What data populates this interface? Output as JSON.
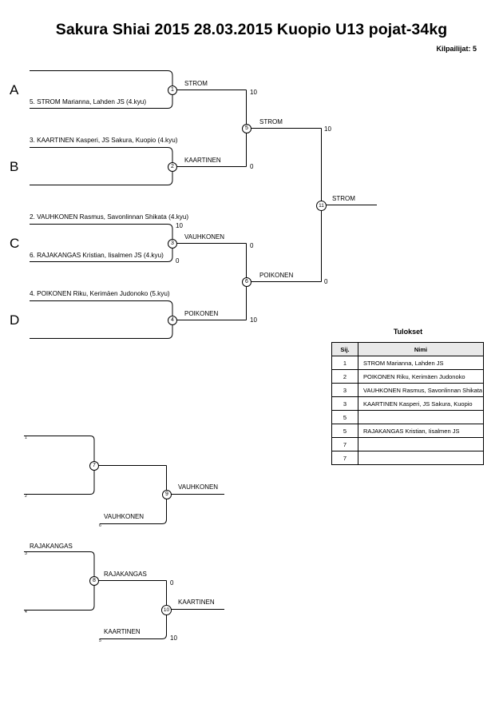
{
  "header": {
    "title": "Sakura Shiai 2015  28.03.2015  Kuopio   U13 pojat-34kg",
    "competitors_label": "Kilpailijat: 5"
  },
  "pools": {
    "a": "A",
    "b": "B",
    "c": "C",
    "d": "D"
  },
  "main_bracket": {
    "entries": {
      "a_bottom": "5. STROM Marianna, Lahden JS (4.kyu)",
      "b_top": "3. KAARTINEN Kasperi, JS Sakura, Kuopio (4.kyu)",
      "c_top": "2. VAUHKONEN Rasmus, Savonlinnan Shikata (4.kyu)",
      "c_bottom": "6. RAJAKANGAS Kristian, Iisalmen JS (4.kyu)",
      "d_top": "4. POIKONEN Riku, Kerimäen Judonoko (5.kyu)"
    },
    "matches": {
      "m1": {
        "number": "1",
        "winner": "STROM"
      },
      "m2": {
        "number": "2",
        "winner": "KAARTINEN"
      },
      "m3": {
        "number": "3",
        "winner": "VAUHKONEN",
        "score_top": "10",
        "score_bottom": "0"
      },
      "m4": {
        "number": "4",
        "winner": "POIKONEN"
      },
      "m5": {
        "number": "5",
        "winner": "STROM",
        "score_top": "10",
        "score_bottom": "0"
      },
      "m6": {
        "number": "6",
        "winner": "POIKONEN",
        "score_top": "0",
        "score_bottom": "10"
      },
      "m11": {
        "number": "11",
        "winner": "STROM",
        "score_top": "10",
        "score_bottom": "0"
      }
    }
  },
  "repechage": {
    "upper": {
      "slot_top": "1",
      "slot_bottom": "2",
      "slot_bye": "6",
      "m7": {
        "number": "7"
      },
      "m9": {
        "number": "9",
        "winner": "VAUHKONEN",
        "entry_bottom": "VAUHKONEN"
      }
    },
    "lower": {
      "entry_top": "RAJAKANGAS",
      "slot_top": "3",
      "slot_bottom": "4",
      "slot_bye": "5",
      "m8": {
        "number": "8",
        "winner": "RAJAKANGAS"
      },
      "m10": {
        "number": "10",
        "winner": "KAARTINEN",
        "entry_bottom": "KAARTINEN",
        "score_top": "0",
        "score_bottom": "10"
      }
    }
  },
  "results": {
    "title": "Tulokset",
    "col_rank": "Sij.",
    "col_name": "Nimi",
    "rows": [
      {
        "rank": "1",
        "name": "STROM Marianna, Lahden JS"
      },
      {
        "rank": "2",
        "name": "POIKONEN Riku, Kerimäen Judonoko"
      },
      {
        "rank": "3",
        "name": "VAUHKONEN Rasmus, Savonlinnan Shikata"
      },
      {
        "rank": "3",
        "name": "KAARTINEN Kasperi, JS Sakura, Kuopio"
      },
      {
        "rank": "5",
        "name": ""
      },
      {
        "rank": "5",
        "name": "RAJAKANGAS Kristian, Iisalmen JS"
      },
      {
        "rank": "7",
        "name": ""
      },
      {
        "rank": "7",
        "name": ""
      }
    ]
  }
}
